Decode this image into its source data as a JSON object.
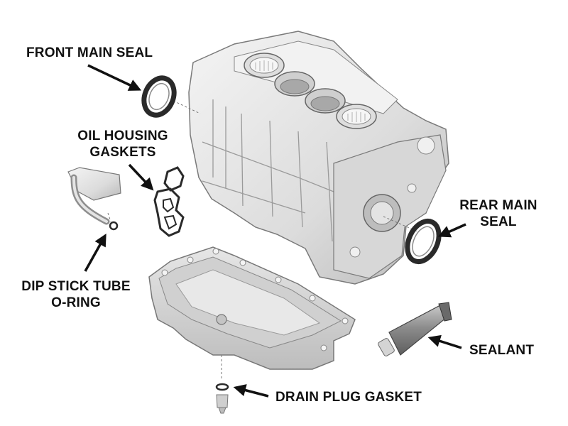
{
  "labels": {
    "front_main_seal": "FRONT MAIN SEAL",
    "oil_housing_gaskets": [
      "OIL HOUSING",
      "GASKETS"
    ],
    "dip_stick_tube_oring": [
      "DIP STICK TUBE",
      "O-RING"
    ],
    "rear_main_seal": [
      "REAR MAIN",
      "SEAL"
    ],
    "sealant": "SEALANT",
    "drain_plug_gasket": "DRAIN PLUG GASKET"
  },
  "colors": {
    "label_text": "#111111",
    "arrow": "#111111",
    "metal_light": "#ececec",
    "metal_mid": "#cfcfcf",
    "metal_dark": "#9a9a9a",
    "outline": "#7a7a7a",
    "gasket": "#2a2a2a"
  }
}
